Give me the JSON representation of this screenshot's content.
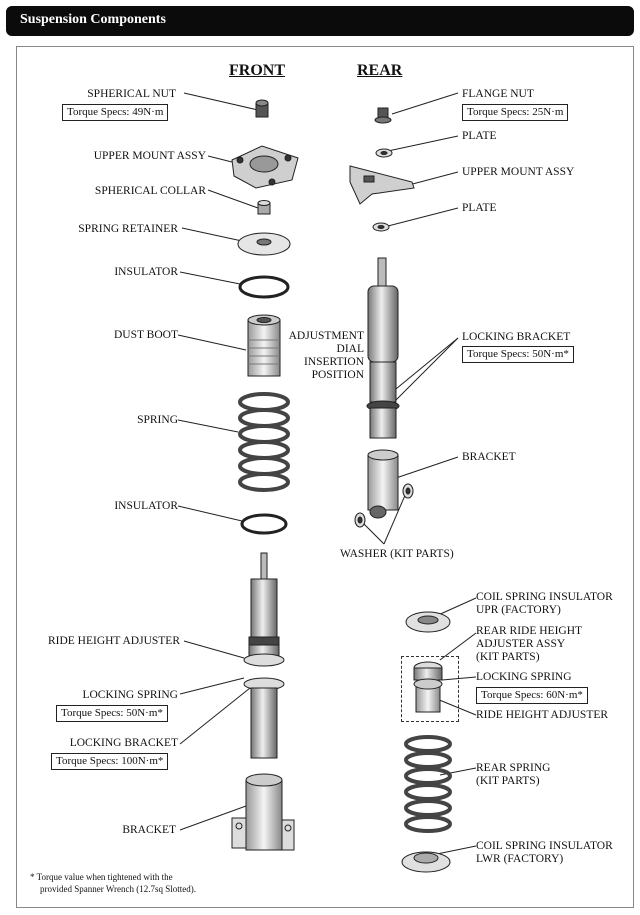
{
  "header": {
    "title": "Suspension Components"
  },
  "columns": {
    "front": "FRONT",
    "rear": "REAR"
  },
  "front": {
    "spherical_nut": "SPHERICAL NUT",
    "spherical_nut_spec": "Torque Specs: 49N·m",
    "upper_mount": "UPPER MOUNT ASSY",
    "spherical_collar": "SPHERICAL COLLAR",
    "spring_retainer": "SPRING RETAINER",
    "insulator_top": "INSULATOR",
    "dust_boot": "DUST BOOT",
    "spring": "SPRING",
    "insulator_bottom": "INSULATOR",
    "ride_height_adjuster": "RIDE HEIGHT ADJUSTER",
    "locking_spring": "LOCKING SPRING",
    "locking_spring_spec": "Torque Specs: 50N·m*",
    "locking_bracket": "LOCKING BRACKET",
    "locking_bracket_spec": "Torque Specs: 100N·m*",
    "bracket": "BRACKET"
  },
  "rear": {
    "flange_nut": "FLANGE NUT",
    "flange_nut_spec": "Torque Specs: 25N·m",
    "plate_top": "PLATE",
    "upper_mount": "UPPER MOUNT ASSY",
    "plate_bottom": "PLATE",
    "adjustment_dial": [
      "ADJUSTMENT",
      "DIAL",
      "INSERTION",
      "POSITION"
    ],
    "locking_bracket": "LOCKING BRACKET",
    "locking_bracket_spec": "Torque Specs: 50N·m*",
    "bracket": "BRACKET",
    "washer": "WASHER (KIT PARTS)",
    "coil_insulator_upr": [
      "COIL SPRING INSULATOR",
      "UPR (FACTORY)"
    ],
    "ride_height_assy": [
      "REAR RIDE HEIGHT",
      "ADJUSTER ASSY",
      "(KIT PARTS)"
    ],
    "locking_spring": "LOCKING SPRING",
    "locking_spring_spec": "Torque Specs: 60N·m*",
    "ride_height_adjuster": "RIDE HEIGHT ADJUSTER",
    "rear_spring": [
      "REAR SPRING",
      "(KIT PARTS)"
    ],
    "coil_insulator_lwr": [
      "COIL SPRING INSULATOR",
      "LWR (FACTORY)"
    ]
  },
  "footnote": {
    "line1": "* Torque value when tightened with the",
    "line2": "provided Spanner Wrench (12.7sq Slotted)."
  }
}
